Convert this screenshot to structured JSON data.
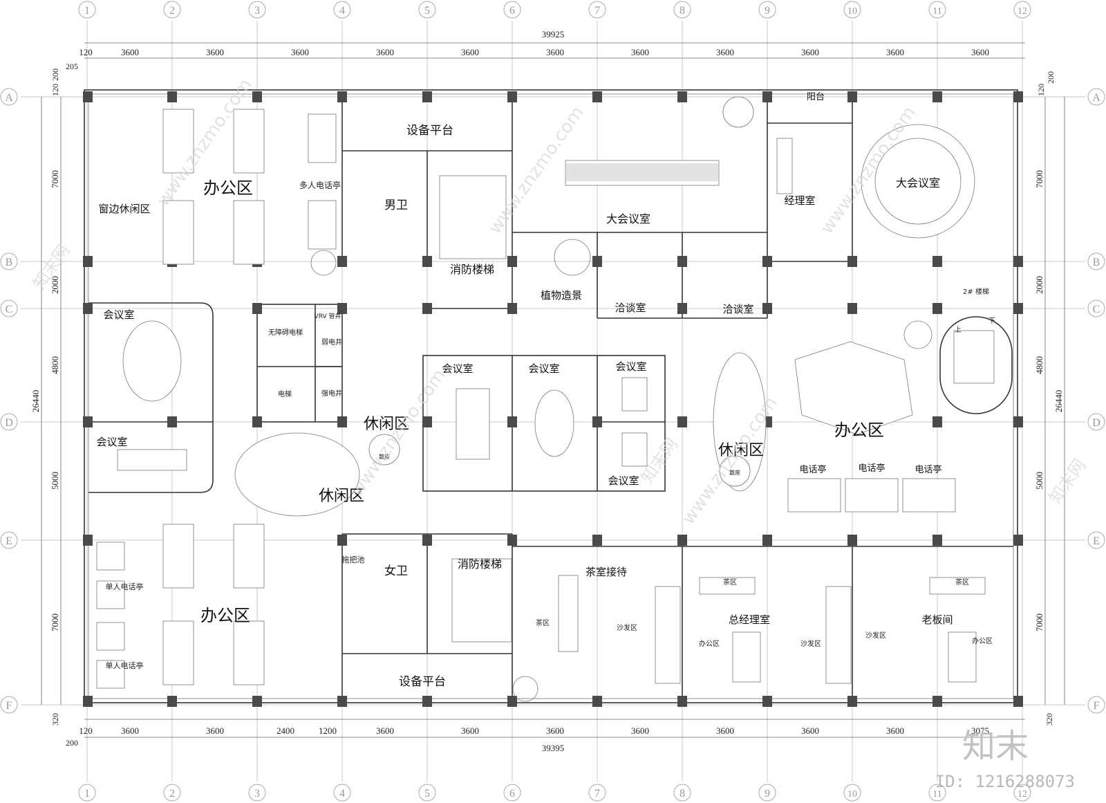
{
  "grid": {
    "columns": [
      "1",
      "2",
      "3",
      "4",
      "5",
      "6",
      "7",
      "8",
      "9",
      "10",
      "11",
      "12"
    ],
    "rows": [
      "A",
      "B",
      "C",
      "D",
      "E",
      "F"
    ]
  },
  "dimensions": {
    "top_total": "39925",
    "top_segments": [
      "120",
      "3600",
      "3600",
      "3600",
      "3600",
      "3600",
      "3600",
      "3600",
      "3600",
      "3600",
      "3600",
      "3600"
    ],
    "top_offsets": [
      "205",
      "120",
      "200",
      "200",
      "120"
    ],
    "bottom_total": "39395",
    "bottom_segments": [
      "120",
      "3600",
      "3600",
      "2400",
      "1200",
      "3600",
      "3600",
      "3600",
      "3600",
      "3600",
      "3600",
      "3600",
      "3075"
    ],
    "bottom_offsets": [
      "320",
      "200",
      "320"
    ],
    "left_total": "26440",
    "right_total": "26440",
    "row_spans": [
      "7000",
      "2000",
      "4800",
      "5000",
      "7000"
    ]
  },
  "rooms": {
    "office_nw": "办公区",
    "window_lounge": "窗边休闲区",
    "multi_phone_booth": "多人电话亭",
    "equipment_top": "设备平台",
    "mens_wc": "男卫",
    "fire_stair_top": "消防楼梯",
    "big_meeting_top": "大会议室",
    "plants": "植物造景",
    "negotiation_1": "洽谈室",
    "negotiation_2": "洽谈室",
    "manager_room": "经理室",
    "balcony": "阳台",
    "big_meeting_ne": "大会议室",
    "stair_2": "2# 楼梯",
    "stair_up": "上",
    "stair_down": "下",
    "meeting_w1": "会议室",
    "meeting_w2": "会议室",
    "accessible_lift": "无障碍电梯",
    "elevator": "电梯",
    "vrv_shaft": "VRV  管井",
    "weak_shaft": "弱电井",
    "strong_shaft": "强电井",
    "leisure_1": "休闲区",
    "leisure_2": "休闲区",
    "leisure_3": "休闲区",
    "scatter_seat_1": "散座",
    "scatter_seat_2": "散座",
    "meeting_c1": "会议室",
    "meeting_c2": "会议室",
    "meeting_c3": "会议室",
    "meeting_c4": "会议室",
    "office_e": "办公区",
    "phone_booth_1": "电话亭",
    "phone_booth_2": "电话亭",
    "phone_booth_3": "电话亭",
    "office_sw": "办公区",
    "single_phone_1": "单人电话亭",
    "single_phone_2": "单人电话亭",
    "mop_sink": "拖把池",
    "womens_wc": "女卫",
    "fire_stair_bottom": "消防楼梯",
    "equipment_bottom": "设备平台",
    "tea_reception": "茶室接待",
    "tea_zone_1": "茶区",
    "sofa_zone_1": "沙发区",
    "gm_office": "总经理室",
    "tea_zone_2": "茶区",
    "office_zone_1": "办公区",
    "sofa_zone_2": "沙发区",
    "boss_room": "老板间",
    "tea_zone_3": "茶区",
    "sofa_zone_3": "沙发区",
    "office_zone_2": "办公区"
  },
  "watermark": {
    "brand": "知末",
    "id": "ID: 1216288073",
    "site": "www.znzmo.com",
    "cn": "知末网"
  }
}
